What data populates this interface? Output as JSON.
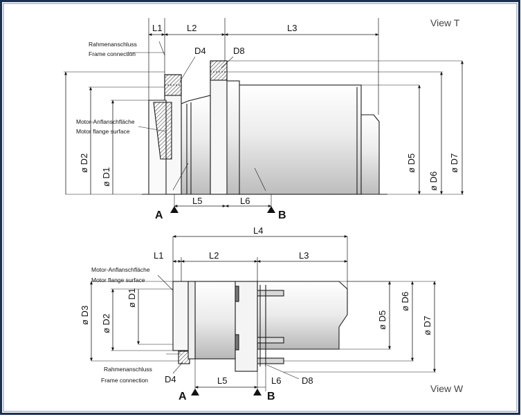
{
  "views": {
    "top": "View T",
    "bottom": "View W"
  },
  "labels": {
    "frame_de": "Rahmenanschluss",
    "frame_en": "Frame connection",
    "flange_de": "Motor-Anflanschfläche",
    "flange_en": "Motor flange surface",
    "L1": "L1",
    "L2": "L2",
    "L3": "L3",
    "L4": "L4",
    "L5": "L5",
    "L6": "L6",
    "D1": "ø D1",
    "D2": "ø D2",
    "D3": "ø D3",
    "D5": "ø D5",
    "D6": "ø D6",
    "D7": "ø D7",
    "D4": "D4",
    "D8": "D8",
    "A": "A",
    "B": "B"
  },
  "colors": {
    "frame": "#1b2f4e",
    "line": "#1a1a1a",
    "metal_light": "#f2f2f2",
    "metal_dark": "#c2c2c2"
  }
}
